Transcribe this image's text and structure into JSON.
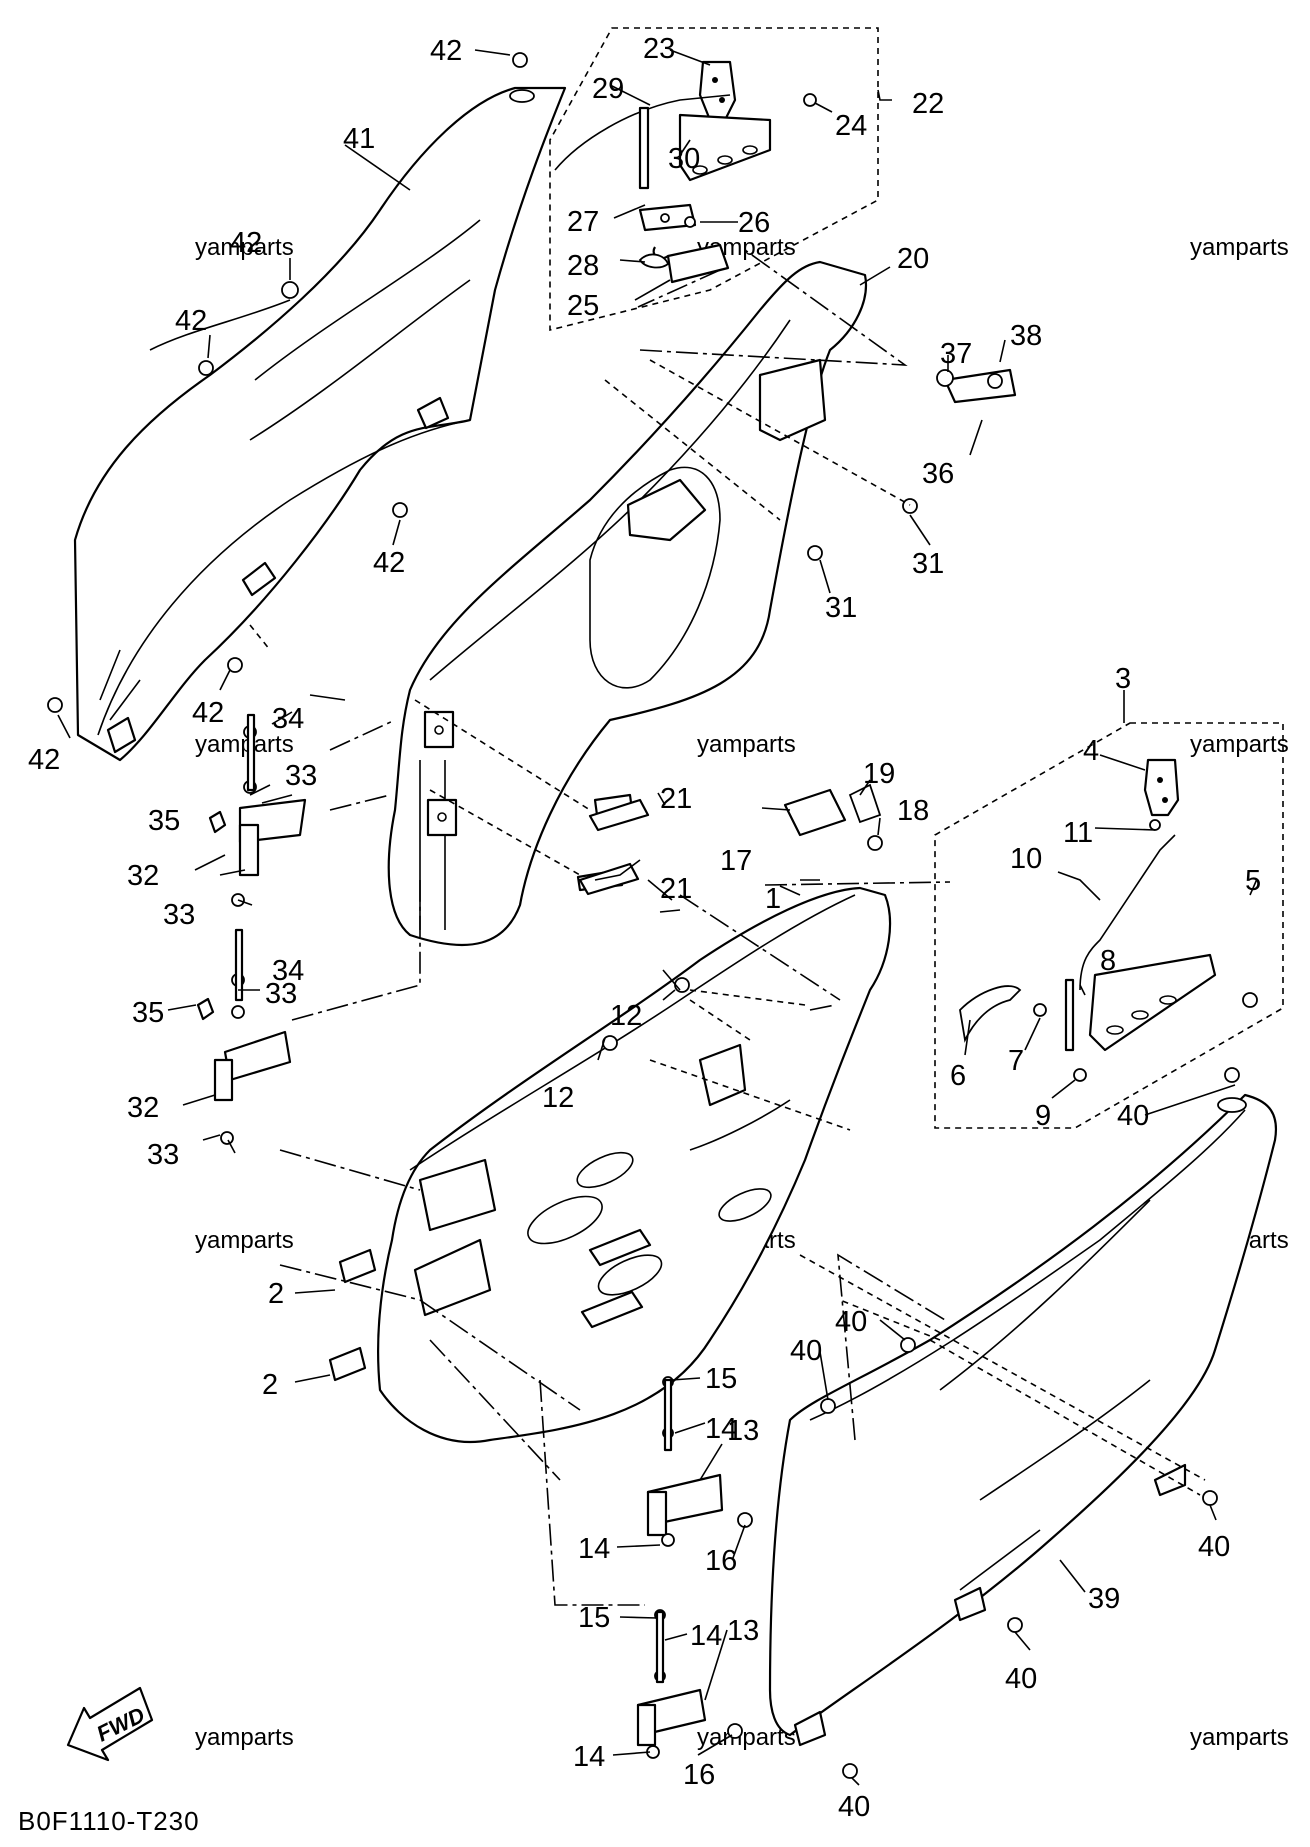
{
  "diagram_code": "B0F1110-T230",
  "direction_arrow": "FWD",
  "watermark": "yamparts",
  "callouts": {
    "c1": "1",
    "c2a": "2",
    "c2b": "2",
    "c3": "3",
    "c4": "4",
    "c5": "5",
    "c6": "6",
    "c7": "7",
    "c8": "8",
    "c9": "9",
    "c10": "10",
    "c11": "11",
    "c12a": "12",
    "c12b": "12",
    "c13a": "13",
    "c13b": "13",
    "c14a": "14",
    "c14b": "14",
    "c14c": "14",
    "c14d": "14",
    "c15a": "15",
    "c15b": "15",
    "c16a": "16",
    "c16b": "16",
    "c17": "17",
    "c18": "18",
    "c19": "19",
    "c20": "20",
    "c21a": "21",
    "c21b": "21",
    "c22": "22",
    "c23": "23",
    "c24": "24",
    "c25": "25",
    "c26": "26",
    "c27": "27",
    "c28": "28",
    "c29": "29",
    "c30": "30",
    "c31a": "31",
    "c31b": "31",
    "c32a": "32",
    "c32b": "32",
    "c33a": "33",
    "c33b": "33",
    "c33c": "33",
    "c33d": "33",
    "c34a": "34",
    "c34b": "34",
    "c35a": "35",
    "c35b": "35",
    "c36": "36",
    "c37": "37",
    "c38": "38",
    "c39": "39",
    "c40a": "40",
    "c40b": "40",
    "c40c": "40",
    "c40d": "40",
    "c40e": "40",
    "c40f": "40",
    "c41": "41",
    "c42a": "42",
    "c42b": "42",
    "c42c": "42",
    "c42d": "42",
    "c42e": "42",
    "c42f": "42"
  }
}
